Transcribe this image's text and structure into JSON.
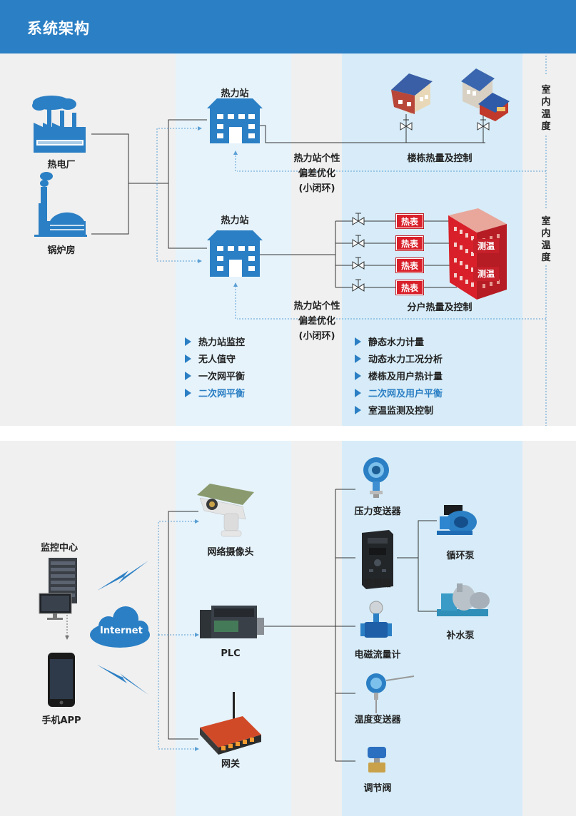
{
  "header": {
    "title": "系统架构"
  },
  "top": {
    "sources": {
      "power_plant": "热电厂",
      "boiler_room": "锅炉房"
    },
    "station1": {
      "label": "热力站",
      "optimize_l1": "热力站个性",
      "optimize_l2": "偏差优化",
      "optimize_l3": "(小闭环)"
    },
    "station2": {
      "label": "热力站",
      "optimize_l1": "热力站个性",
      "optimize_l2": "偏差优化",
      "optimize_l3": "(小闭环)"
    },
    "buildings_label": "楼栋热量及控制",
    "household_label": "分户热量及控制",
    "heat_meter": "热表",
    "temp_tag": "测温",
    "indoor_temp": "室内温度",
    "left_features": [
      {
        "text": "热力站监控",
        "highlight": false
      },
      {
        "text": "无人值守",
        "highlight": false
      },
      {
        "text": "一次网平衡",
        "highlight": false
      },
      {
        "text": "二次网平衡",
        "highlight": true
      }
    ],
    "right_features": [
      {
        "text": "静态水力计量",
        "highlight": false
      },
      {
        "text": "动态水力工况分析",
        "highlight": false
      },
      {
        "text": "楼栋及用户热计量",
        "highlight": false
      },
      {
        "text": "二次网及用户平衡",
        "highlight": true
      },
      {
        "text": "室温监测及控制",
        "highlight": false
      }
    ],
    "colors": {
      "accent": "#2b7fc4",
      "red": "#d9202a"
    }
  },
  "bottom": {
    "monitor_center": "监控中心",
    "mobile_app": "手机APP",
    "internet": "Internet",
    "camera": "网络摄像头",
    "plc": "PLC",
    "gateway": "网关",
    "pressure_transmitter": "压力变送器",
    "inverter": "变频器",
    "flow_meter": "电磁流量计",
    "temp_transmitter": "温度变送器",
    "valve": "调节阀",
    "circ_pump": "循环泵",
    "makeup_pump": "补水泵"
  }
}
